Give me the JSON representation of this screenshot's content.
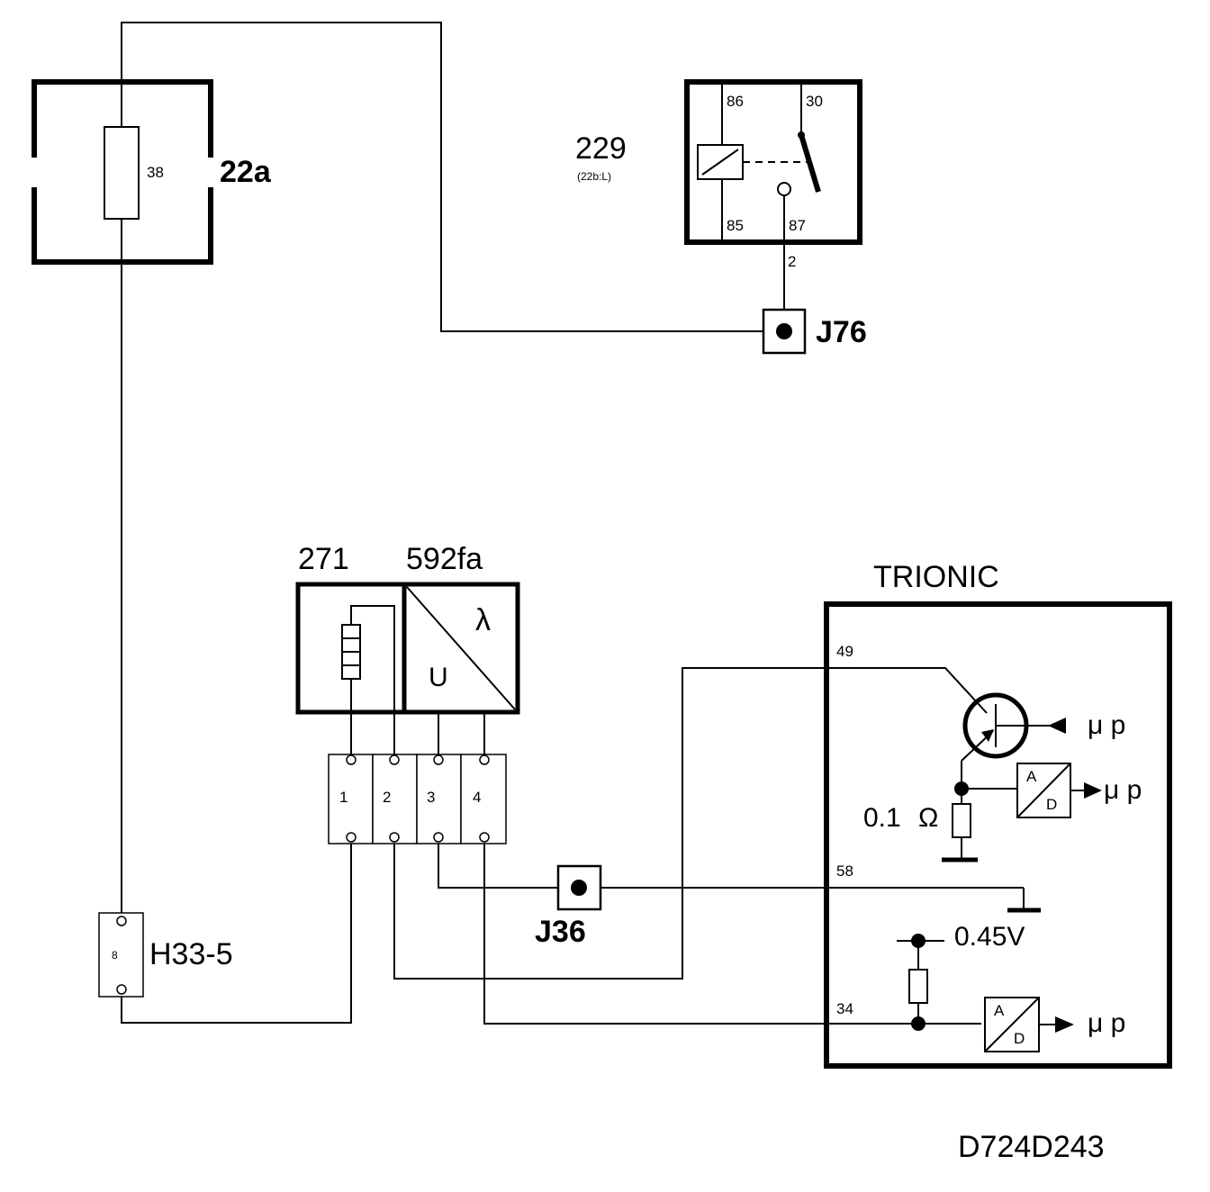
{
  "fuse_box": {
    "id": "22a",
    "fuse": "38"
  },
  "relay": {
    "id": "229",
    "ref": "(22b:L)",
    "pins": {
      "p86": "86",
      "p30": "30",
      "p85": "85",
      "p87": "87"
    },
    "wire_number": "2"
  },
  "junction_j76": "J76",
  "junction_j36": "J36",
  "sensor": {
    "heater_id": "271",
    "lambda_id": "592fa",
    "u_label": "U",
    "lambda_symbol": "λ"
  },
  "connector": {
    "pins": [
      "1",
      "2",
      "3",
      "4"
    ]
  },
  "h33": {
    "id": "H33-5",
    "pin": "8"
  },
  "trionic": {
    "title": "TRIONIC",
    "pins": {
      "p49": "49",
      "p58": "58",
      "p34": "34"
    },
    "resistor_value": "0.1",
    "ohm": "Ω",
    "voltage": "0.45V",
    "ad": {
      "a": "A",
      "d": "D"
    },
    "mu_p": "μ p"
  },
  "drawing_number": "D724D243"
}
